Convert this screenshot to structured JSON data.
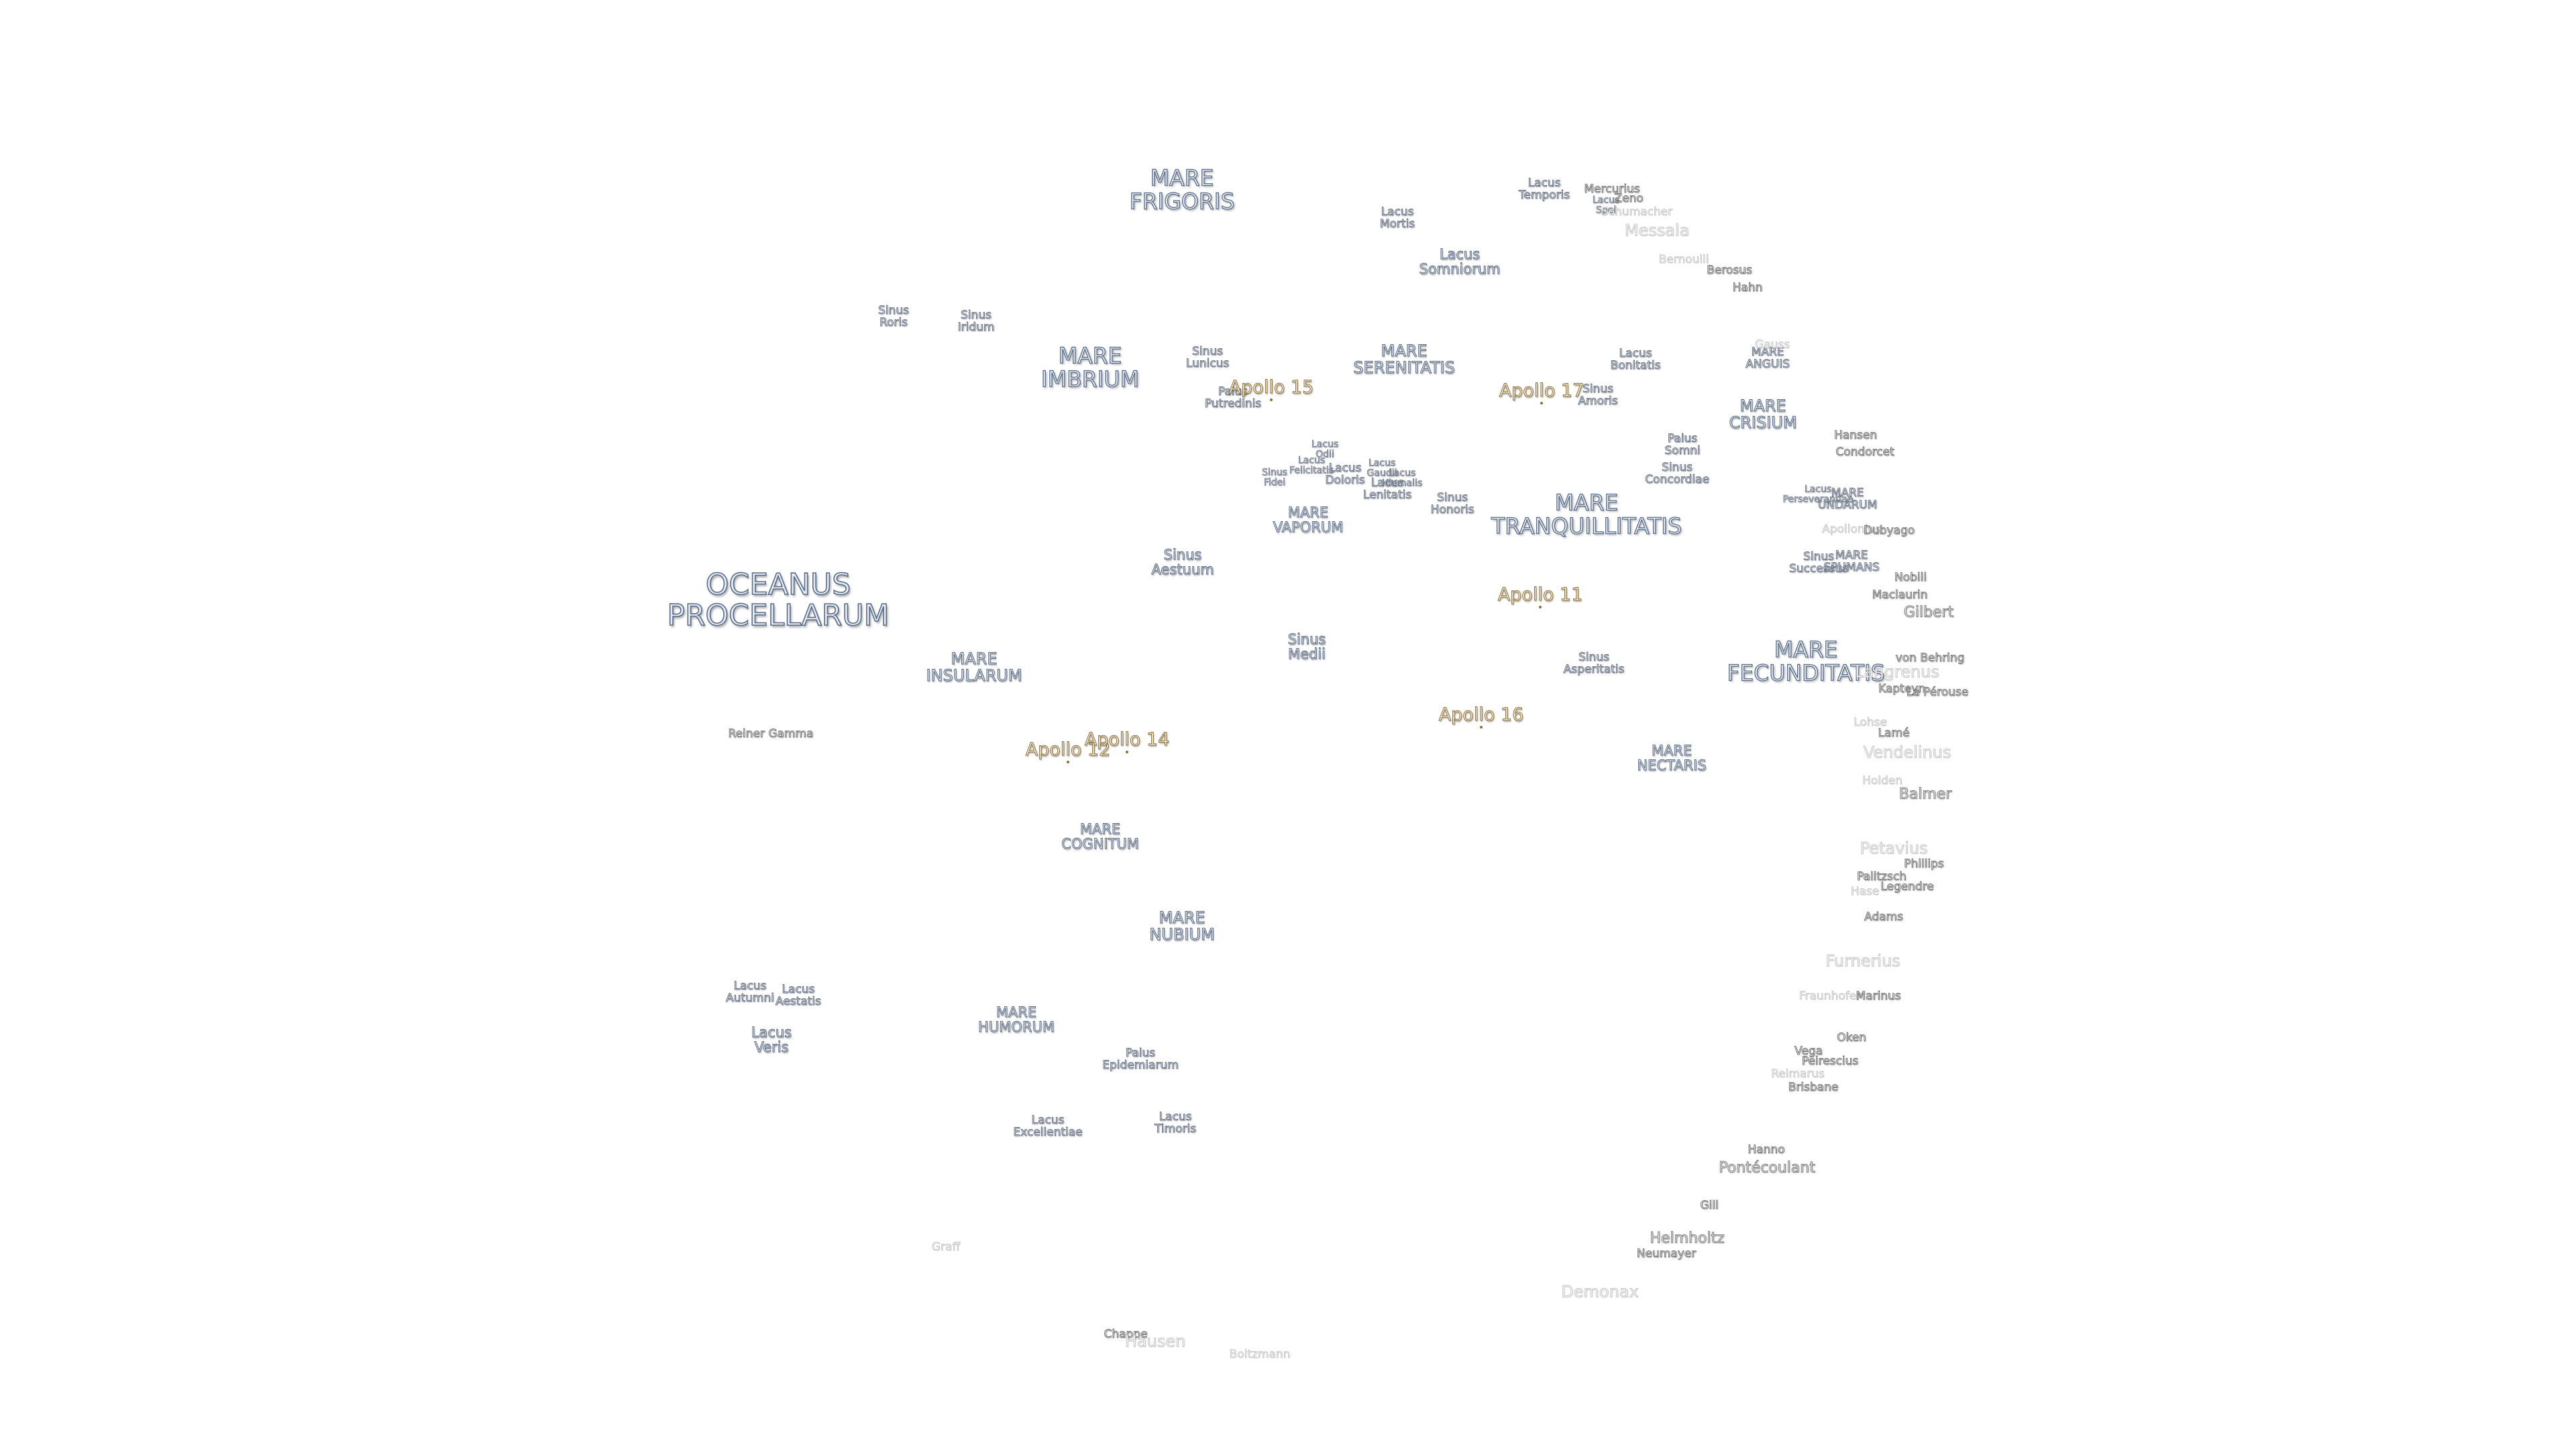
{
  "seas": {
    "oceanus_procellarum": "OCEANUS\nPROCELLARUM",
    "mare_frigoris": "MARE\nFRIGORIS",
    "mare_imbrium": "MARE\nIMBRIUM",
    "mare_serenitatis": "MARE\nSERENITATIS",
    "mare_tranquillitatis": "MARE\nTRANQUILLITATIS",
    "mare_crisium": "MARE\nCRISIUM",
    "mare_fecunditatis": "MARE\nFECUNDITATIS",
    "mare_nectaris": "MARE\nNECTARIS",
    "mare_vaporum": "MARE\nVAPORUM",
    "mare_insularum": "MARE\nINSULARUM",
    "mare_cognitum": "MARE\nCOGNITUM",
    "mare_nubium": "MARE\nNUBIUM",
    "mare_humorum": "MARE\nHUMORUM",
    "mare_anguis": "MARE\nANGUIS",
    "mare_undarum": "MARE\nUNDARUM",
    "mare_spumans": "MARE\nSPUMANS"
  },
  "minor_features": {
    "lacus_temporis": "Lacus\nTemporis",
    "lacus_mortis": "Lacus\nMortis",
    "lacus_somniorum": "Lacus\nSomniorum",
    "lacus_spei": "Lacus\nSpei",
    "lacus_bonitatis": "Lacus\nBonitatis",
    "sinus_amoris": "Sinus\nAmoris",
    "palus_somni": "Palus\nSomni",
    "sinus_concordiae": "Sinus\nConcordiae",
    "sinus_roris": "Sinus\nRoris",
    "sinus_iridum": "Sinus\nIridum",
    "sinus_lunicus": "Sinus\nLunicus",
    "palus_putredinis": "Palus\nPutredinis",
    "lacus_odii": "Lacus\nOdii",
    "sinus_fidei": "Sinus\nFidei",
    "lacus_felicitatis": "Lacus\nFelicitatis",
    "lacus_doloris": "Lacus\nDoloris",
    "lacus_gaudii": "Lacus\nGaudii",
    "lacus_hiemalis": "Lacus\nHiemalis",
    "lacus_lenitatis": "Lacus\nLenitatis",
    "sinus_honoris": "Sinus\nHonoris",
    "sinus_aestuum": "Sinus\nAestuum",
    "sinus_medii": "Sinus\nMedii",
    "sinus_asperitatis": "Sinus\nAsperitatis",
    "lacus_perseverantiae": "Lacus\nPerseverantiae",
    "sinus_successus": "Sinus\nSuccessus",
    "lacus_autumni": "Lacus\nAutumni",
    "lacus_aestatis": "Lacus\nAestatis",
    "lacus_veris": "Lacus\nVeris",
    "palus_epidemiarum": "Palus\nEpidemiarum",
    "lacus_excellentiae": "Lacus\nExcellentiae",
    "lacus_timoris": "Lacus\nTimoris"
  },
  "apollo_sites": {
    "apollo_11": "Apollo 11",
    "apollo_12": "Apollo 12",
    "apollo_14": "Apollo 14",
    "apollo_15": "Apollo 15",
    "apollo_16": "Apollo 16",
    "apollo_17": "Apollo 17"
  },
  "craters": {
    "mercurius": "Mercurius",
    "zeno": "Zeno",
    "schumacher": "Schumacher",
    "messala": "Messala",
    "bernoulli": "Bernoulli",
    "berosus": "Berosus",
    "hahn": "Hahn",
    "gauss": "Gauss",
    "hansen": "Hansen",
    "condorcet": "Condorcet",
    "apollonius": "Apollonius",
    "dubyago": "Dubyago",
    "nobili": "Nobili",
    "maclaurin": "Maclaurin",
    "gilbert": "Gilbert",
    "von_behring": "von Behring",
    "langrenus": "Langrenus",
    "kapteyn": "Kapteyn",
    "la_perouse": "La Pérouse",
    "lohse": "Lohse",
    "lame": "Lamé",
    "vendelinus": "Vendelinus",
    "holden": "Holden",
    "balmer": "Balmer",
    "petavius": "Petavius",
    "phillips": "Phillips",
    "palitzsch": "Palitzsch",
    "hase": "Hase",
    "legendre": "Legendre",
    "adams": "Adams",
    "furnerius": "Furnerius",
    "fraunhofer": "Fraunhofer",
    "marinus": "Marinus",
    "oken": "Oken",
    "vega": "Vega",
    "pontecoulant_small": "Peirescius",
    "reimarus": "Reimarus",
    "brisbane": "Brisbane",
    "hanno": "Hanno",
    "pontecoulant": "Pontécoulant",
    "gill": "Gill",
    "helmholtz": "Helmholtz",
    "neumayer": "Neumayer",
    "demonax": "Demonax",
    "reiner_gamma": "Reiner Gamma",
    "graff": "Graff",
    "chappe": "Chappe",
    "hausen": "Hausen",
    "boltzmann": "Boltzmann"
  }
}
